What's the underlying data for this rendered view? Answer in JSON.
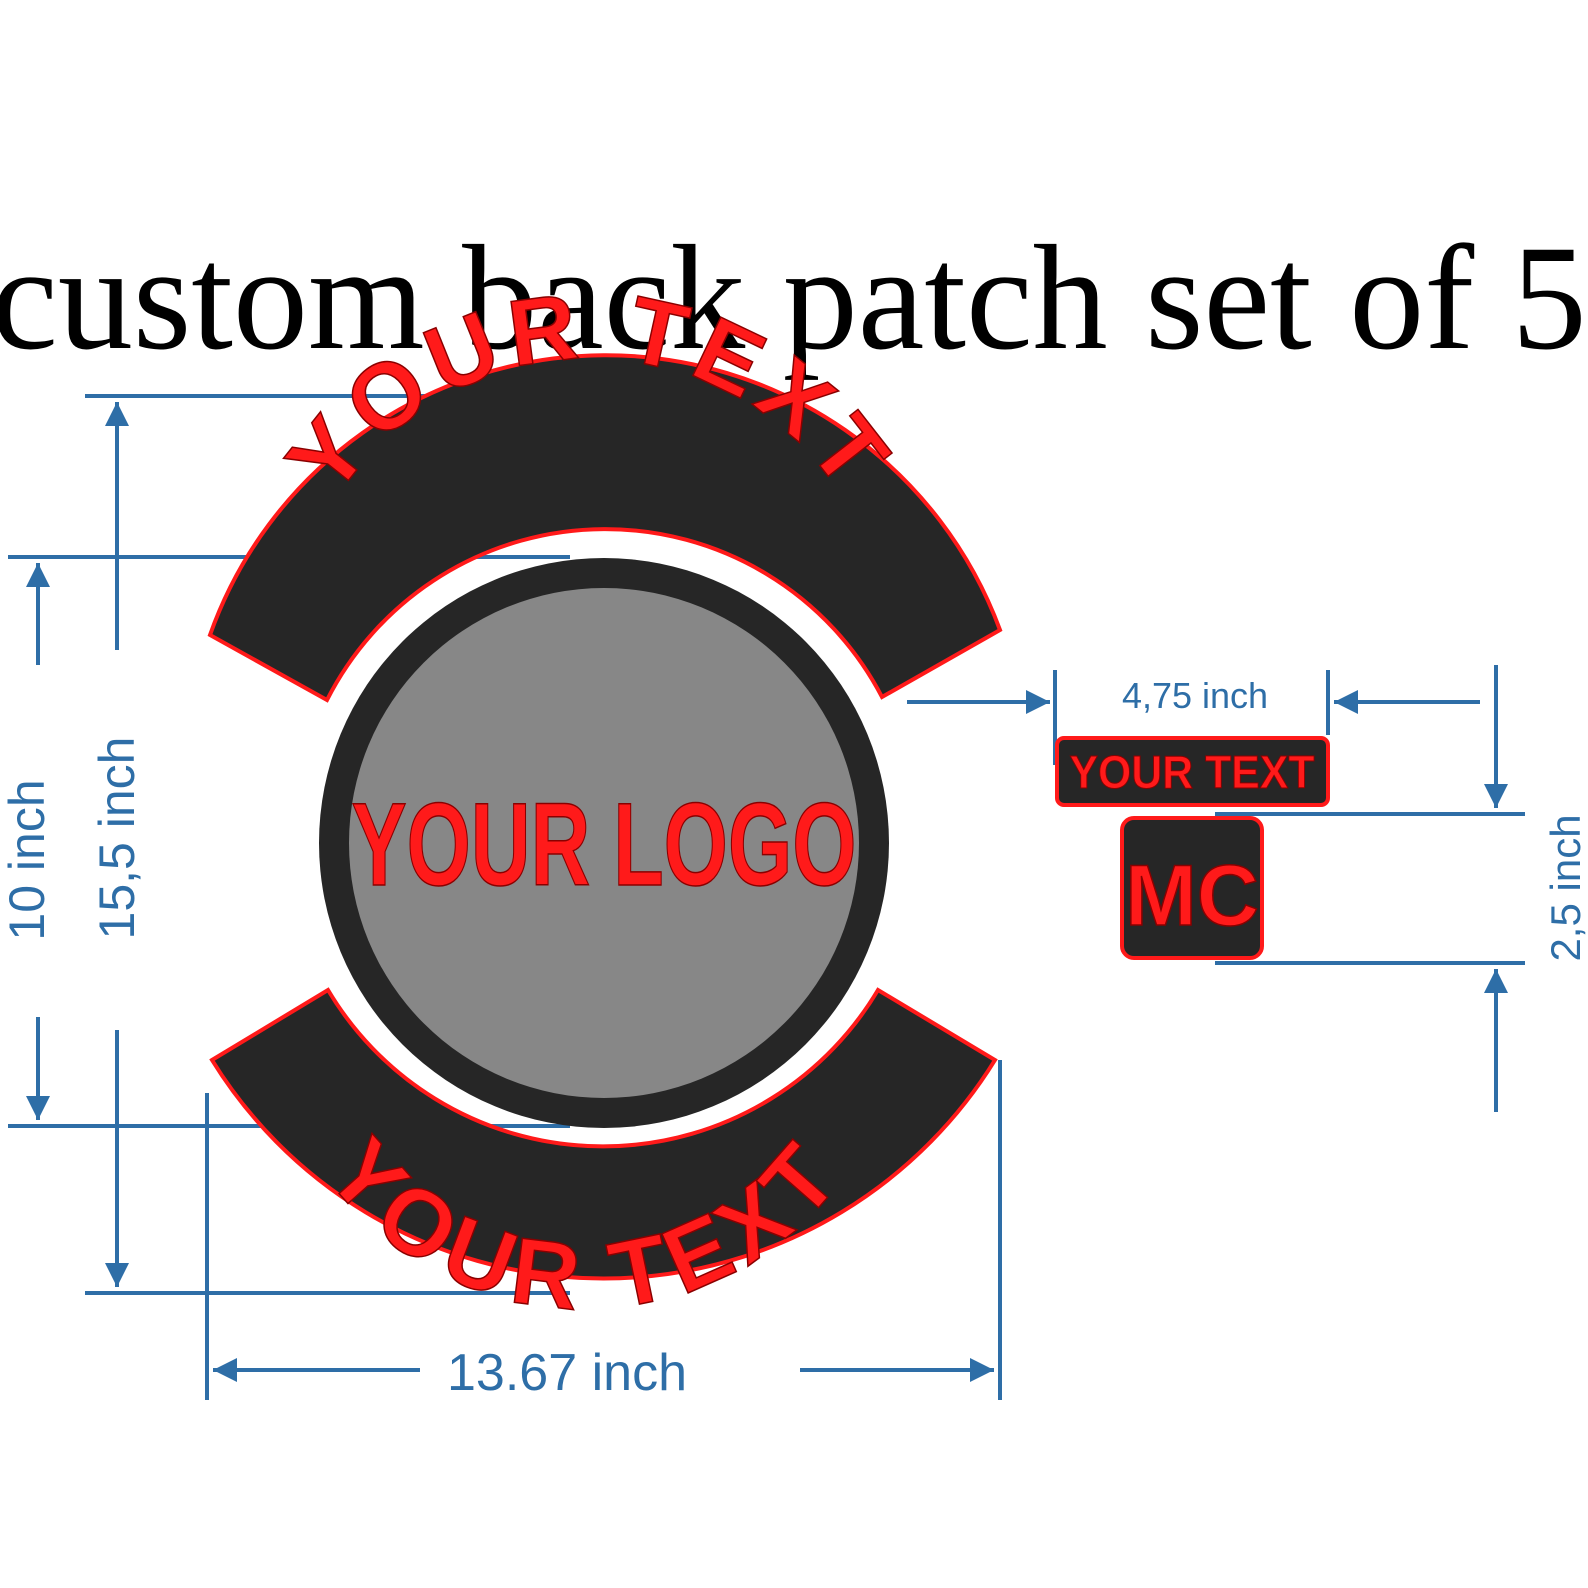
{
  "title": "custom back patch set of 5",
  "patches": {
    "top_rocker": {
      "text": "YOUR TEXT"
    },
    "center": {
      "text": "YOUR LOGO"
    },
    "bottom_rocker": {
      "text": "YOUR TEXT"
    },
    "name_tab": {
      "text": "YOUR TEXT"
    },
    "mc_tab": {
      "text": "MC"
    }
  },
  "dimensions": {
    "center_height": "10 inch",
    "total_height": "15,5 inch",
    "total_width": "13.67 inch",
    "tab_width": "4,75 inch",
    "tab_height": "2,5 inch"
  },
  "colors": {
    "background": "#ffffff",
    "patch_fill": "#262626",
    "logo_fill": "#878787",
    "thread_red": "#ff1a1a",
    "dimension_blue": "#2e6ea7",
    "title_black": "#000000"
  }
}
